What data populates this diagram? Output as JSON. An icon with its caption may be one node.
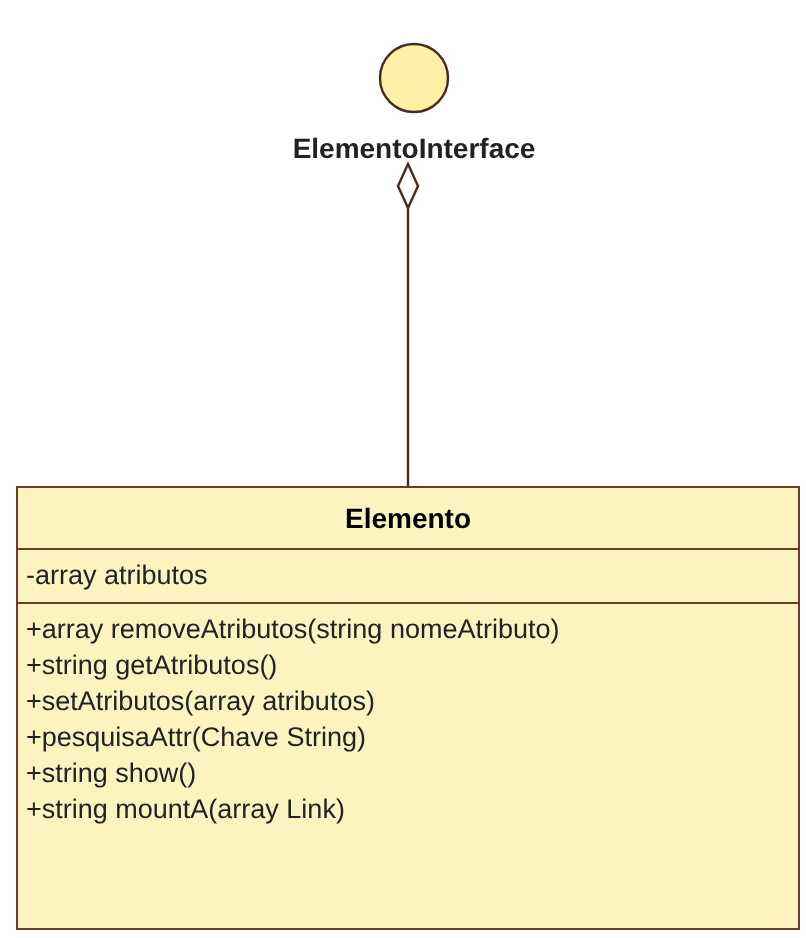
{
  "diagram": {
    "nodes": [
      {
        "text": [
          "ElementoInterface"
        ]
      },
      {
        "text": [
          "Elemento",
          "-array atributos",
          "+array removeAtributos(string nomeAtributo)",
          "+string getAtributos()",
          "+setAtributos(array atributos)",
          "+pesquisaAttr(Chave String)",
          "+string show()",
          "+string mountA(array Link)"
        ]
      }
    ],
    "edges": [
      {
        "from": 1,
        "to": 0,
        "arrow": "other"
      }
    ]
  }
}
